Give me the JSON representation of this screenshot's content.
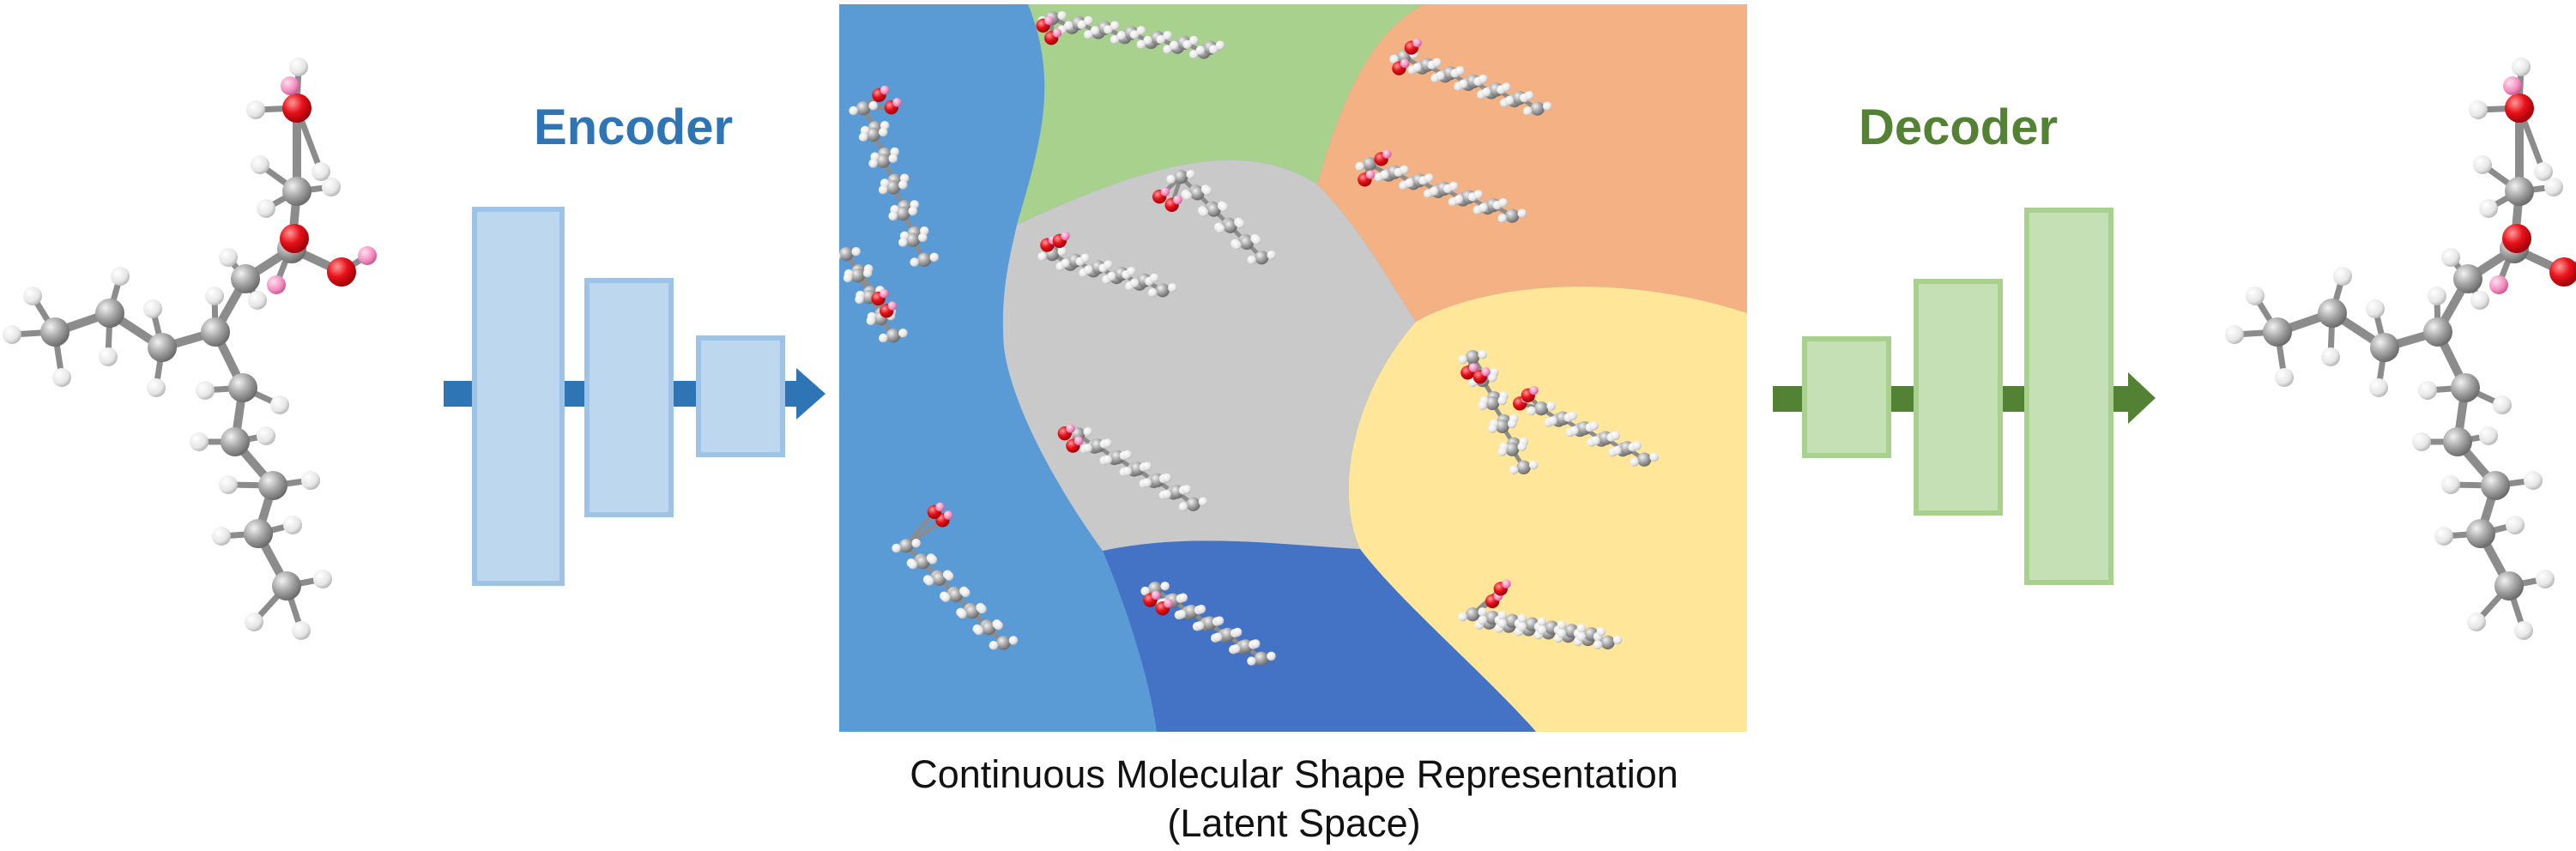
{
  "encoder": {
    "label": "Encoder",
    "color": "#2E75B6",
    "fill": "#BDD7EE",
    "stroke": "#9DC3E6"
  },
  "decoder": {
    "label": "Decoder",
    "color": "#548235",
    "fill": "#C5E0B4",
    "stroke": "#A9D18E"
  },
  "latent": {
    "caption_line1": "Continuous Molecular Shape Representation",
    "caption_line2": "(Latent Space)",
    "regions": [
      {
        "name": "blue",
        "color": "#5B9BD5"
      },
      {
        "name": "dark-blue",
        "color": "#4472C4"
      },
      {
        "name": "green",
        "color": "#A9D18E"
      },
      {
        "name": "orange",
        "color": "#F4B183"
      },
      {
        "name": "gray",
        "color": "#C9C9C9"
      },
      {
        "name": "yellow",
        "color": "#FFE699"
      }
    ]
  },
  "atoms": {
    "carbon": "#9a9a9a",
    "hydrogen": "#f2f2f2",
    "oxygen": "#e8121a",
    "polar_hydrogen": "#f48fc0"
  }
}
